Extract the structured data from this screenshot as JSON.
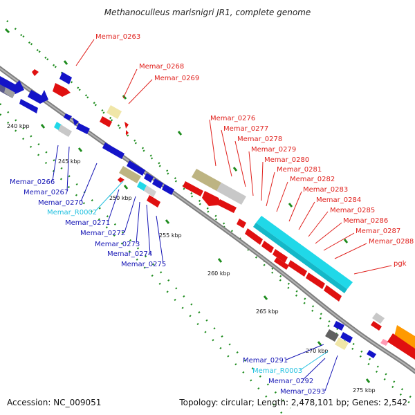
{
  "title": "Methanoculleus marisnigri JR1, complete genome",
  "footer": {
    "accession": "Accession: NC_009051",
    "summary": "Topology: circular; Length: 2,478,101 bp; Genes: 2,542"
  },
  "ticks": [
    "240 kbp",
    "245 kbp",
    "250 kbp",
    "255 kbp",
    "260 kbp",
    "265 kbp",
    "270 kbp",
    "275 kbp"
  ],
  "colors": {
    "forward_label": "#e0201c",
    "reverse_label": "#1414b4",
    "rna_label": "#20c0e0",
    "backbone": "#808080",
    "tick_dots": "#1e8c1e"
  },
  "labels_red": [
    "Memar_0263",
    "Memar_0268",
    "Memar_0269",
    "Memar_0276",
    "Memar_0277",
    "Memar_0278",
    "Memar_0279",
    "Memar_0280",
    "Memar_0281",
    "Memar_0282",
    "Memar_0283",
    "Memar_0284",
    "Memar_0285",
    "Memar_0286",
    "Memar_0287",
    "Memar_0288",
    "pgk"
  ],
  "labels_blue": [
    "Memar_0266",
    "Memar_0267",
    "Memar_0270",
    "Memar_0271",
    "Memar_0272",
    "Memar_0273",
    "Memar_0274",
    "Memar_0275",
    "Memar_0291",
    "Memar_0292",
    "Memar_0293"
  ],
  "labels_cyan": [
    "Memar_R0002",
    "Memar_R0003"
  ]
}
